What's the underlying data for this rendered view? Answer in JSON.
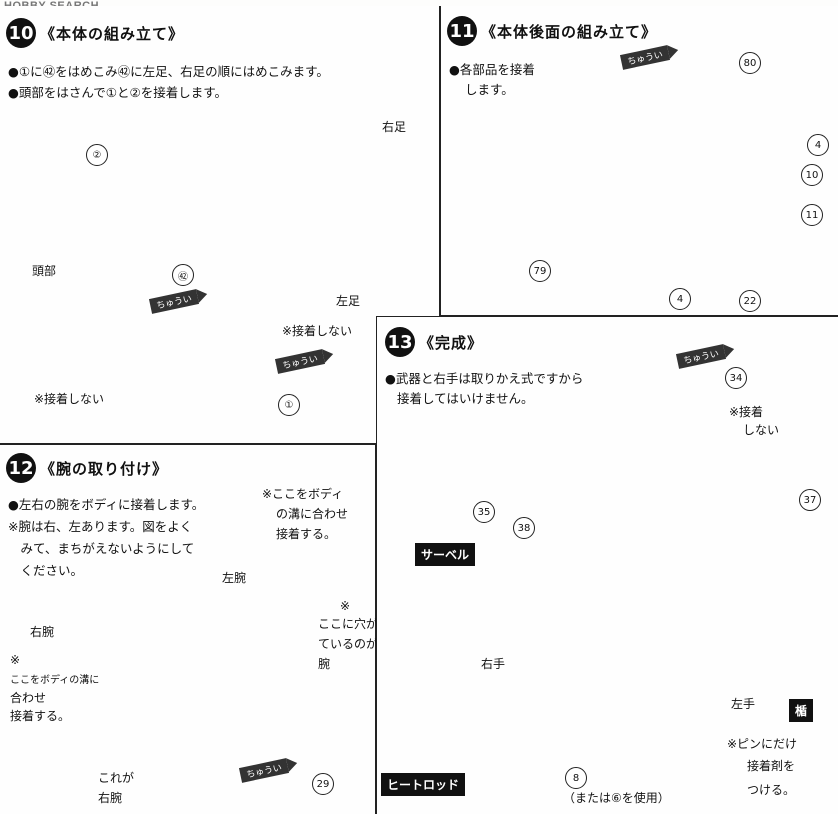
{
  "watermark": "HOBBY SEARCH",
  "step10": {
    "number": "10",
    "title": "《本体の組み立て》",
    "lines": [
      "●①に㊷をはめこみ㊷に左足、右足の順にはめこみます。",
      "●頭部をはさんで①と②を接着します。"
    ],
    "labels": {
      "right_foot": "右足",
      "left_foot": "左足",
      "head": "頭部",
      "no_glue1": "※接着しない",
      "no_glue2": "※接着しない"
    },
    "parts": [
      "②",
      "㊷",
      "①"
    ],
    "caution1": "ちゅうい",
    "caution2": "ちゅうい"
  },
  "step11": {
    "number": "11",
    "title": "《本体後面の組み立て》",
    "lines": [
      "●各部品を接着",
      "します。"
    ],
    "parts": [
      "80",
      "4",
      "10",
      "11",
      "79",
      "4",
      "22"
    ],
    "caution": "ちゅうい"
  },
  "step12": {
    "number": "12",
    "title": "《腕の取り付け》",
    "lines": [
      "●左右の腕をボディに接着します。",
      "※腕は右、左あります。図をよく",
      "　みて、まちがえないようにして",
      "　ください。"
    ],
    "note_groove": [
      "※ここをボディ",
      "の溝に合わせ",
      "接着する。"
    ],
    "note_hole": [
      "※",
      "ここに穴があい",
      "ているのが左",
      "腕"
    ],
    "left_arm": "左腕",
    "right_arm": "右腕",
    "note_right": [
      "※",
      "ここをボディの溝に",
      "合わせ",
      "接着する。"
    ],
    "this_is": [
      "これが",
      "右腕"
    ],
    "part": "29",
    "caution": "ちゅうい"
  },
  "step13": {
    "number": "13",
    "title": "《完成》",
    "lines": [
      "●武器と右手は取りかえ式ですから",
      "接着してはいけません。"
    ],
    "no_glue": [
      "※接着",
      "しない"
    ],
    "parts": [
      "34",
      "35",
      "38",
      "37",
      "8"
    ],
    "saber": "サーベル",
    "heat_rod": "ヒートロッド",
    "right_hand": "右手",
    "left_hand": "左手",
    "shield": "楯",
    "pin_note": [
      "※ピンにだけ",
      "接着剤を",
      "つける。"
    ],
    "alt": "（または⑥を使用）",
    "caution": "ちゅうい"
  }
}
